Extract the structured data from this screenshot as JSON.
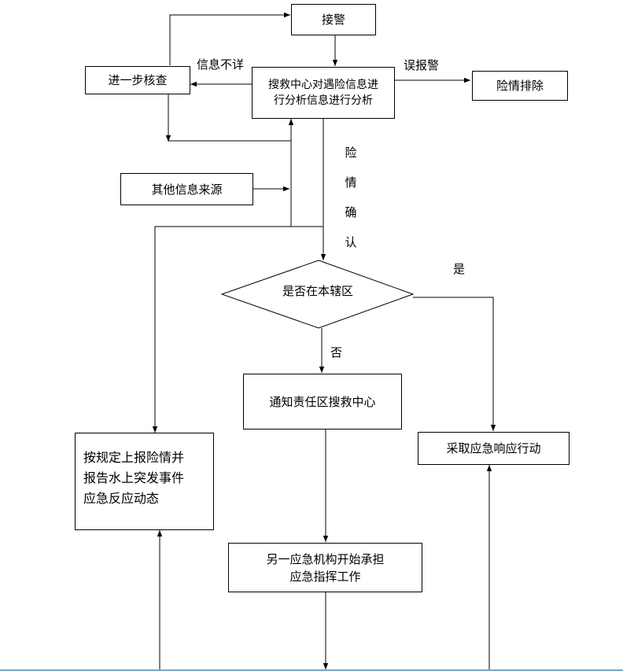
{
  "nodes": {
    "alarm": "接警",
    "analysis": "搜救中心对遇险信息进\n行分析信息进行分析",
    "verify": "进一步核查",
    "clear": "险情排除",
    "other_sources": "其他信息来源",
    "decision": "是否在本辖区",
    "notify": "通知责任区搜救中心",
    "respond": "采取应急响应行动",
    "report": "按规定上报险情并\n报告水上突发事件\n应急反应动态",
    "another_agency": "另一应急机构开始承担\n应急指挥工作"
  },
  "edge_labels": {
    "info_unclear": "信息不详",
    "false_alarm": "误报警",
    "danger_confirmed": [
      "险",
      "情",
      "确",
      "认"
    ],
    "yes": "是",
    "no": "否"
  }
}
